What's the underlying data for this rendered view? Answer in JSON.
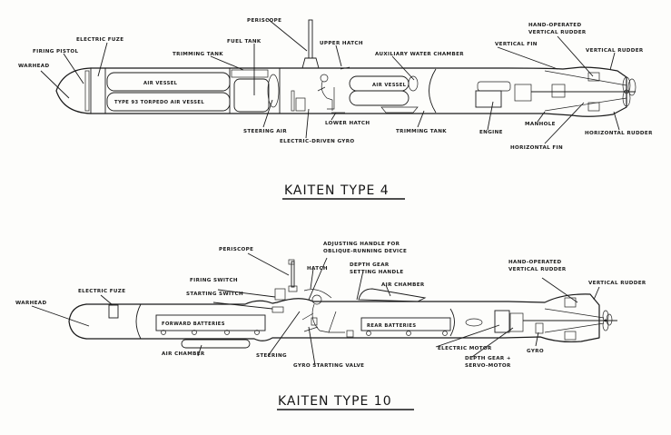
{
  "diagrams": [
    {
      "id": "type4",
      "title": "KAITEN TYPE 4",
      "labels": {
        "warhead": "WARHEAD",
        "firing_pistol": "FIRING PISTOL",
        "electric_fuze": "ELECTRIC FUZE",
        "trimming_tank_fwd": "TRIMMING TANK",
        "fuel_tank": "FUEL TANK",
        "periscope": "PERISCOPE",
        "upper_hatch": "UPPER HATCH",
        "auxiliary_water_chamber": "AUXILIARY WATER CHAMBER",
        "vertical_fin": "VERTICAL FIN",
        "hand_operated_vertical_rudder": "HAND-OPERATED VERTICAL RUDDER",
        "vertical_rudder": "VERTICAL RUDDER",
        "steering_air": "STEERING AIR",
        "electric_driven_gyro": "ELECTRIC-DRIVEN GYRO",
        "lower_hatch": "LOWER HATCH",
        "trimming_tank_aft": "TRIMMING TANK",
        "engine": "ENGINE",
        "manhole": "MANHOLE",
        "horizontal_fin": "HORIZONTAL FIN",
        "horizontal_rudder": "HORIZONTAL RUDDER"
      },
      "inner_labels": {
        "air_vessel_fwd": "AIR VESSEL",
        "type93_air_vessel": "TYPE 93 TORPEDO AIR VESSEL",
        "air_vessel_aft": "AIR VESSEL"
      }
    },
    {
      "id": "type10",
      "title": "KAITEN TYPE 10",
      "labels": {
        "warhead": "WARHEAD",
        "electric_fuze": "ELECTRIC FUZE",
        "periscope": "PERISCOPE",
        "firing_switch": "FIRING SWITCH",
        "starting_switch": "STARTING SWITCH",
        "hatch": "HATCH",
        "adjusting_handle_1": "ADJUSTING HANDLE FOR",
        "adjusting_handle_2": "OBLIQUE-RUNNING DEVICE",
        "depth_gear_setting_1": "DEPTH GEAR",
        "depth_gear_setting_2": "SETTING HANDLE",
        "air_chamber_upper": "AIR CHAMBER",
        "hand_operated_vertical_rudder_1": "HAND-OPERATED",
        "hand_operated_vertical_rudder_2": "VERTICAL RUDDER",
        "vertical_rudder": "VERTICAL RUDDER",
        "air_chamber_lower": "AIR CHAMBER",
        "steering": "STEERING",
        "gyro_starting_valve": "GYRO STARTING VALVE",
        "electric_motor": "ELECTRIC MOTOR",
        "depth_gear_servo_1": "DEPTH GEAR +",
        "depth_gear_servo_2": "SERVO-MOTOR",
        "gyro": "GYRO"
      },
      "inner_labels": {
        "forward_batteries": "FORWARD BATTERIES",
        "rear_batteries": "REAR BATTERIES"
      }
    }
  ]
}
